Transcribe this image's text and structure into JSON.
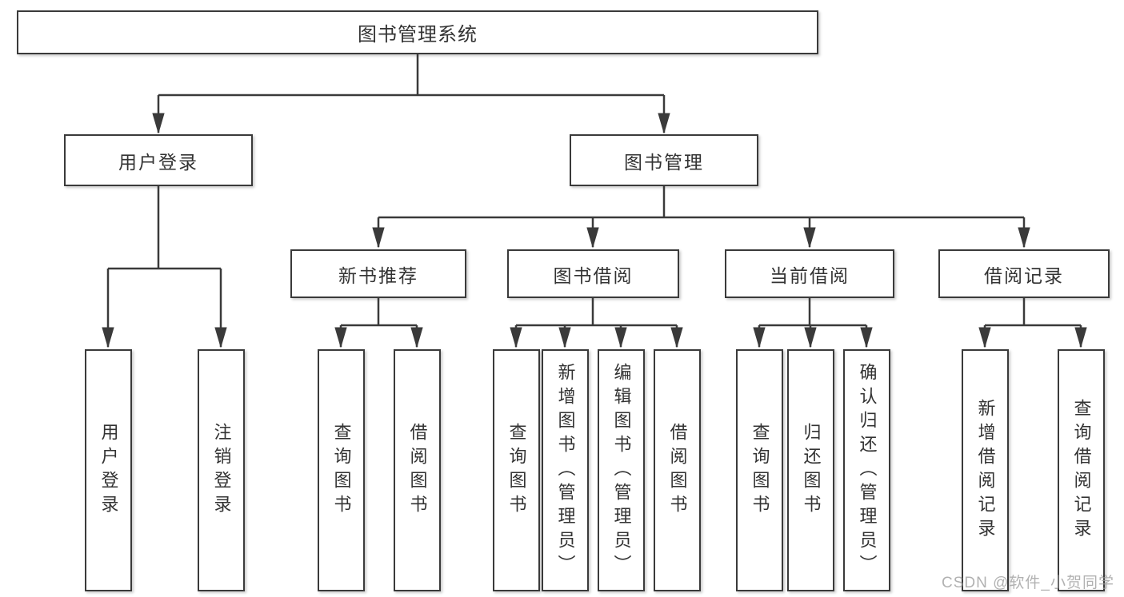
{
  "diagram": {
    "root": {
      "label": "图书管理系统"
    },
    "branches": [
      {
        "label": "用户登录",
        "children": [
          {
            "label": "用户登录"
          },
          {
            "label": "注销登录"
          }
        ]
      },
      {
        "label": "图书管理",
        "children": [
          {
            "label": "新书推荐",
            "children": [
              {
                "label": "查询图书"
              },
              {
                "label": "借阅图书"
              }
            ]
          },
          {
            "label": "图书借阅",
            "children": [
              {
                "label": "查询图书"
              },
              {
                "label": "新增图书（管理员）"
              },
              {
                "label": "编辑图书（管理员）"
              },
              {
                "label": "借阅图书"
              }
            ]
          },
          {
            "label": "当前借阅",
            "children": [
              {
                "label": "查询图书"
              },
              {
                "label": "归还图书"
              },
              {
                "label": "确认归还（管理员）"
              }
            ]
          },
          {
            "label": "借阅记录",
            "children": [
              {
                "label": "新增借阅记录"
              },
              {
                "label": "查询借阅记录"
              }
            ]
          }
        ]
      }
    ],
    "watermark": "CSDN @软件_小贺同学",
    "colors": {
      "line": "#3a3a3a",
      "box_border": "#3a3a3a",
      "box_fill": "#ffffff",
      "text": "#333333",
      "watermark": "#9e9e9e",
      "background": "#ffffff"
    }
  }
}
